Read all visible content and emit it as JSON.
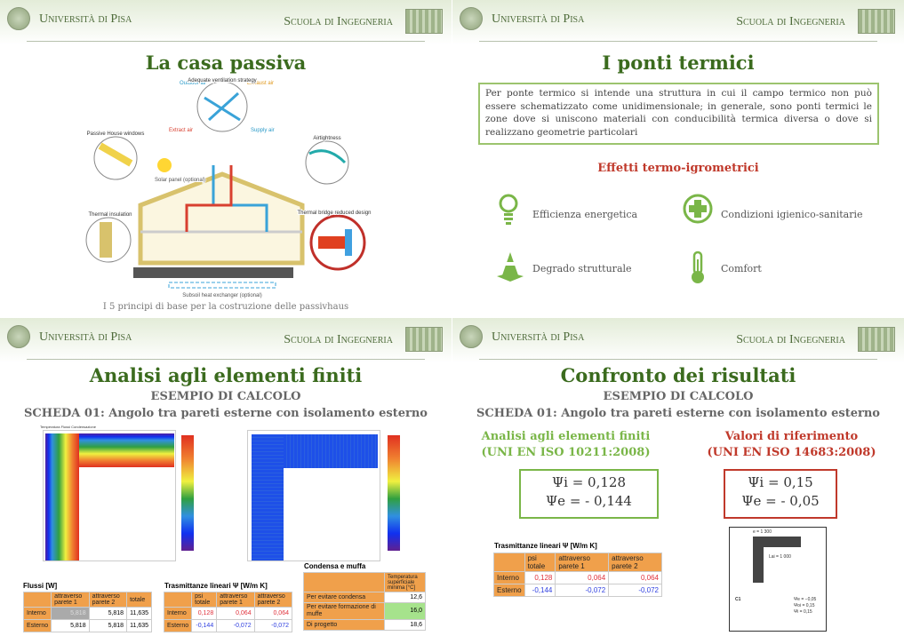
{
  "header": {
    "university": "Università di Pisa",
    "school": "Scuola di Ingegneria"
  },
  "slide1": {
    "title": "La casa passiva",
    "caption": "I 5 principi di base per la costruzione delle passivhaus",
    "diagram_labels": [
      "Outdoor air",
      "Exhaust air",
      "Extract air",
      "Supply air",
      "Adequate ventilation strategy",
      "Passive House windows",
      "Airtightness",
      "Thermal insulation",
      "Thermal bridge reduced design",
      "Solar panel (optional)",
      "Subsoil heat exchanger (optional)"
    ]
  },
  "slide2": {
    "title": "I ponti termici",
    "definition": "Per ponte termico si intende una struttura in cui il campo termico non può essere schematizzato come unidimensionale; in generale, sono ponti termici le zone dove si uniscono materiali con conducibilità termica diversa o dove si realizzano geometrie particolari",
    "effects_title": "Effetti termo-igrometrici",
    "effects": [
      {
        "icon": "lightbulb-icon",
        "label": "Efficienza energetica"
      },
      {
        "icon": "medical-cross-icon",
        "label": "Condizioni igienico-sanitarie"
      },
      {
        "icon": "traffic-cone-icon",
        "label": "Degrado strutturale"
      },
      {
        "icon": "thermometer-icon",
        "label": "Comfort"
      }
    ]
  },
  "slide3": {
    "title": "Analisi agli elementi finiti",
    "subtitle": "ESEMPIO DI CALCOLO",
    "scheda": "SCHEDA 01: Angolo tra pareti esterne con isolamento esterno",
    "tabs_left": [
      "Temperatura",
      "Flussi",
      "Condensazione"
    ],
    "flussi": {
      "title": "Flussi [W]",
      "headers": [
        "",
        "attraverso parete 1",
        "attraverso parete 2",
        "totale"
      ],
      "rows": [
        [
          "Interno",
          "5,818",
          "5,818",
          "11,635"
        ],
        [
          "Esterno",
          "5,818",
          "5,818",
          "11,635"
        ]
      ]
    },
    "trasm": {
      "title": "Trasmittanze lineari  Ψ [W/m K]",
      "headers": [
        "",
        "psi totale",
        "attraverso parete 1",
        "attraverso parete 2"
      ],
      "rows": [
        [
          "Interno",
          "0,128",
          "0,064",
          "0,064"
        ],
        [
          "Esterno",
          "-0,144",
          "-0,072",
          "-0,072"
        ]
      ]
    },
    "condensa": {
      "title": "Condensa e muffa",
      "header": "Temperatura superficiale minima [°C]",
      "rows": [
        [
          "Per evitare condensa",
          "12,6"
        ],
        [
          "Per evitare formazione di muffe",
          "16,0"
        ],
        [
          "Di progetto",
          "18,6"
        ]
      ]
    }
  },
  "slide4": {
    "title": "Confronto dei risultati",
    "subtitle": "ESEMPIO DI CALCOLO",
    "scheda": "SCHEDA 01: Angolo tra pareti esterne con isolamento esterno",
    "left_head": "Analisi agli elementi finiti",
    "left_norm": "(UNI EN ISO 10211:2008)",
    "left_psi_i": "Ψi = 0,128",
    "left_psi_e": "Ψe = - 0,144",
    "right_head": "Valori di riferimento",
    "right_norm": "(UNI EN ISO 14683:2008)",
    "right_psi_i": "Ψi = 0,15",
    "right_psi_e": "Ψe = - 0,05",
    "trasm": {
      "title": "Trasmittanze lineari  Ψ [W/m K]",
      "headers": [
        "",
        "psi totale",
        "attraverso parete 1",
        "attraverso parete 2"
      ],
      "rows": [
        [
          "Interno",
          "0,128",
          "0,064",
          "0,064"
        ],
        [
          "Esterno",
          "-0,144",
          "-0,072",
          "-0,072"
        ]
      ]
    },
    "ref": {
      "dim_e": "e = 1 300",
      "dim_i": "Lai = 1 000",
      "code": "C1",
      "vals": [
        "Ψe = −0,05",
        "Ψoi = 0,15",
        "Ψi = 0,15"
      ]
    }
  },
  "colors": {
    "title_green": "#3b6b1e",
    "accent_green": "#7ab648",
    "accent_red": "#c0392b",
    "table_orange": "#f0a04b"
  }
}
